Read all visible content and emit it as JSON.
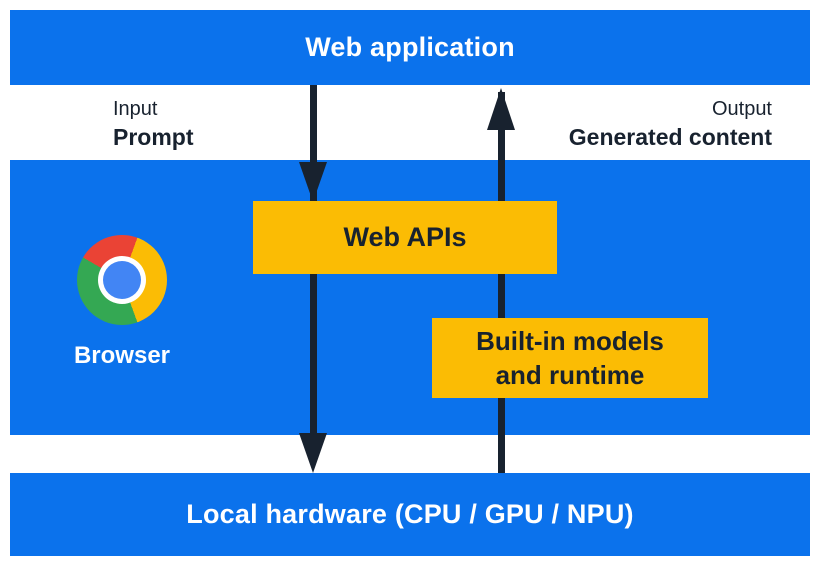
{
  "colors": {
    "blue": "#0B72EC",
    "yellow": "#FBBC04",
    "dark": "#18222F",
    "white": "#FFFFFF",
    "chrome-red": "#EA4335",
    "chrome-green": "#34A853",
    "chrome-yellow": "#FBBC05",
    "chrome-blue": "#4285F4"
  },
  "top_bar": {
    "label": "Web application"
  },
  "io_band": {
    "input_caption": "Input",
    "input_label": "Prompt",
    "output_caption": "Output",
    "output_label": "Generated content"
  },
  "browser_section": {
    "label": "Browser"
  },
  "web_apis_box": {
    "label": "Web APIs"
  },
  "builtin_box": {
    "line1": "Built-in models",
    "line2": "and runtime"
  },
  "bottom_bar": {
    "label": "Local hardware (CPU / GPU / NPU)"
  },
  "arrows": {
    "down": "prompt flows from web application through Web APIs to local hardware",
    "up": "generated content flows from local hardware through built-in models to web application"
  }
}
